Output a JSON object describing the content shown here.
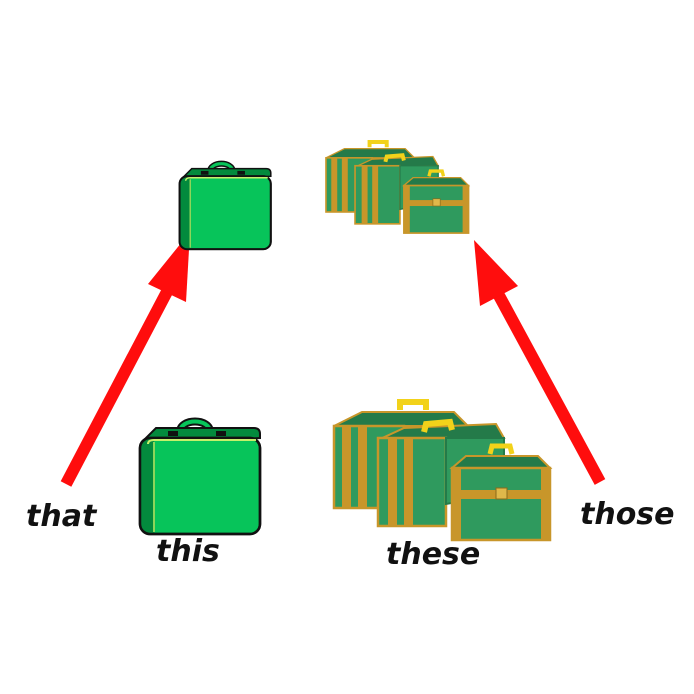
{
  "labels": {
    "that": "that",
    "this": "this",
    "these": "these",
    "those": "those"
  },
  "colors": {
    "single_case_fill": "#07c45a",
    "single_case_dark": "#038a3d",
    "single_case_light": "#5fe08d",
    "multi_case_fill": "#2f9a5e",
    "multi_case_dark": "#247a49",
    "multi_case_trim": "#c8962a",
    "handle_yellow": "#f2d21a",
    "arrow_red": "#ff0d0d",
    "text": "#111111"
  },
  "icons": {
    "near_single": "green-suitcase-icon",
    "far_single": "small-green-suitcase-icon",
    "near_plural": "suitcase-group-icon",
    "far_plural": "small-suitcase-group-icon",
    "arrow": "red-arrow-icon"
  }
}
